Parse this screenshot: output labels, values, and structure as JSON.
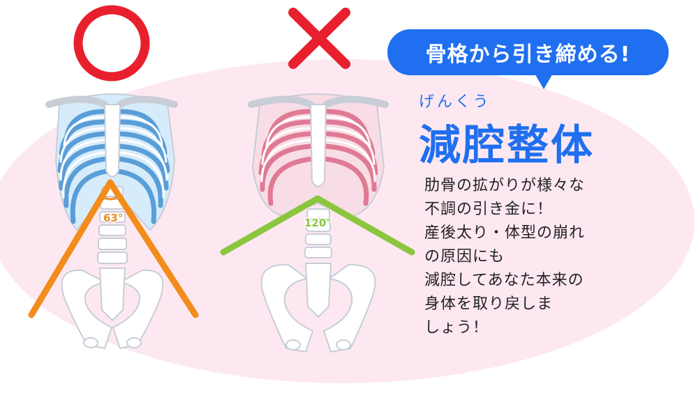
{
  "header": {
    "bubble_label": "骨格から引き締める!",
    "ruby": "げんくう",
    "title": "減腔整体"
  },
  "body_lines": [
    "肋骨の拡がりが様々な",
    "不調の引き金に！",
    "産後太り・体型の崩れ",
    "の原因にも",
    "減腔してあなた本来の",
    "身体を取り戻しま",
    "しょう！"
  ],
  "left_figure": {
    "angle_label": "63°",
    "mark_icon": "circle-ok-icon"
  },
  "right_figure": {
    "angle_label": "120°",
    "mark_icon": "cross-ng-icon"
  },
  "colors": {
    "ok_mark": "#e8202e",
    "ng_mark": "#e8202e",
    "ok_ribs": "#5a9ed8",
    "ng_ribs": "#e07a94",
    "ok_angle_line": "#f28c1b",
    "ng_angle_line": "#8cc63f",
    "accent": "#1f6ff0",
    "background_ellipse": "#fde8f2"
  }
}
